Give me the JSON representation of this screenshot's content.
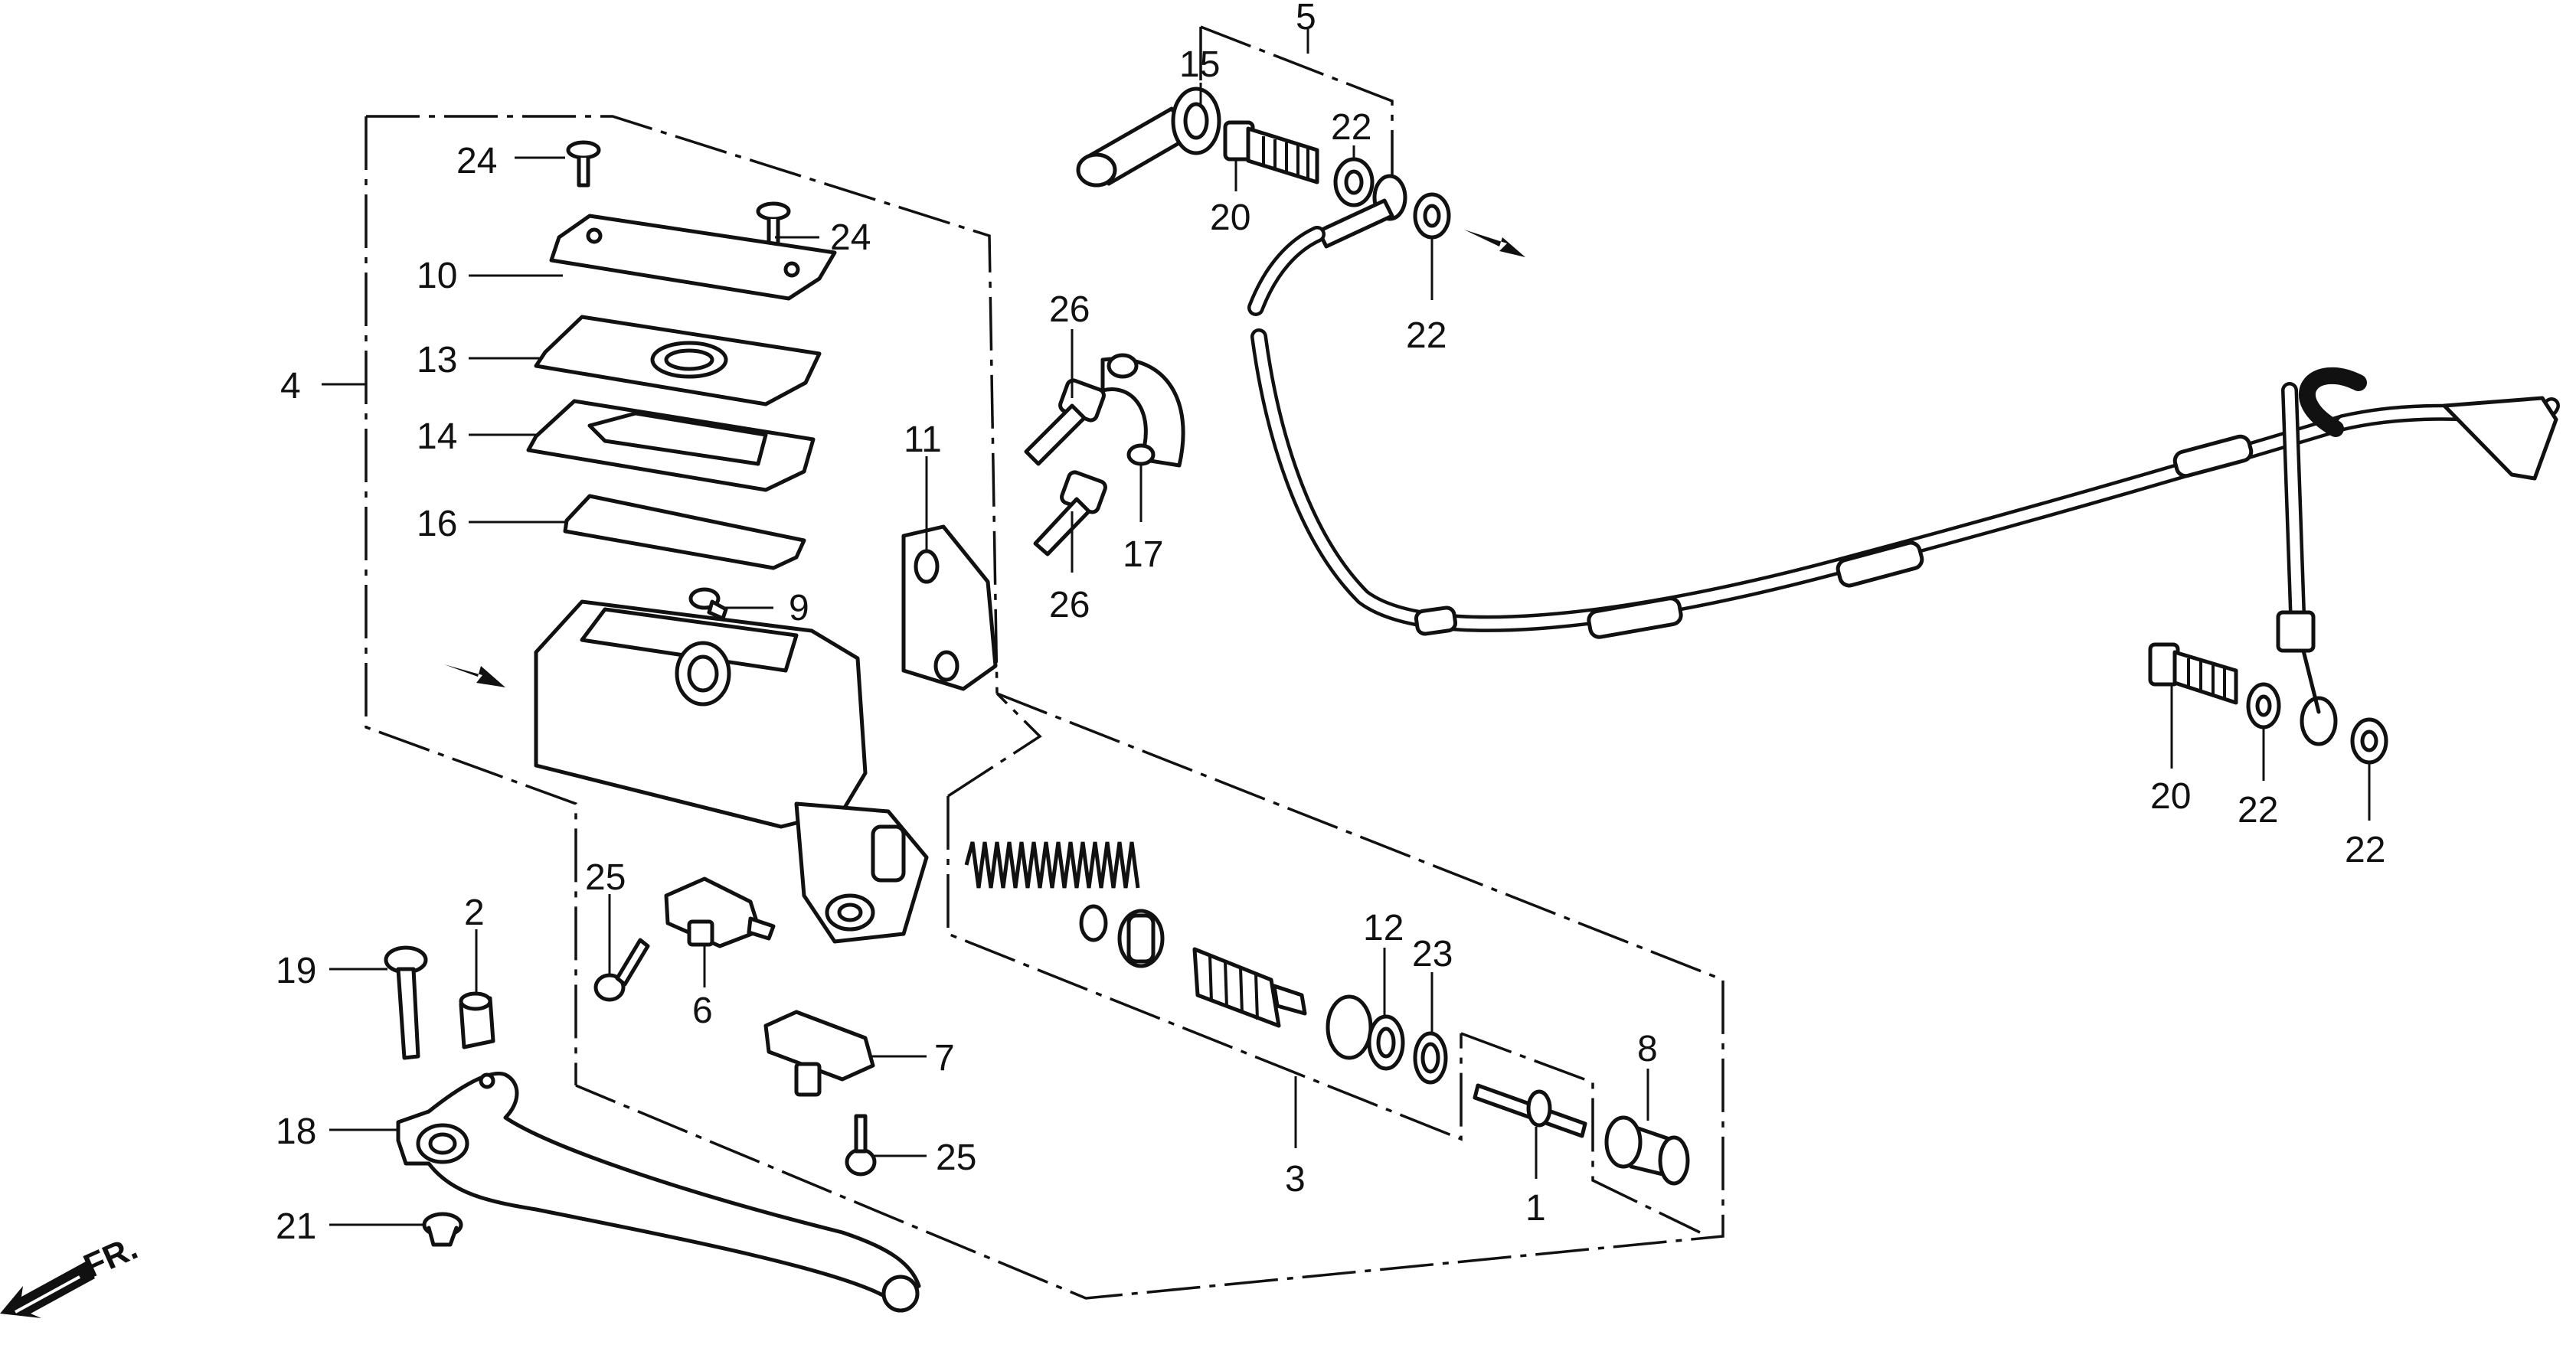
{
  "callouts": [
    {
      "id": "c5",
      "text": "5"
    },
    {
      "id": "c15",
      "text": "15"
    },
    {
      "id": "c22a",
      "text": "22"
    },
    {
      "id": "c20a",
      "text": "20"
    },
    {
      "id": "c22b",
      "text": "22"
    },
    {
      "id": "c24a",
      "text": "24"
    },
    {
      "id": "c24b",
      "text": "24"
    },
    {
      "id": "c10",
      "text": "10"
    },
    {
      "id": "c13",
      "text": "13"
    },
    {
      "id": "c4",
      "text": "4"
    },
    {
      "id": "c14",
      "text": "14"
    },
    {
      "id": "c16",
      "text": "16"
    },
    {
      "id": "c9",
      "text": "9"
    },
    {
      "id": "c26a",
      "text": "26"
    },
    {
      "id": "c11",
      "text": "11"
    },
    {
      "id": "c17",
      "text": "17"
    },
    {
      "id": "c26b",
      "text": "26"
    },
    {
      "id": "c25a",
      "text": "25"
    },
    {
      "id": "c2",
      "text": "2"
    },
    {
      "id": "c19",
      "text": "19"
    },
    {
      "id": "c6",
      "text": "6"
    },
    {
      "id": "c7",
      "text": "7"
    },
    {
      "id": "c25b",
      "text": "25"
    },
    {
      "id": "c18",
      "text": "18"
    },
    {
      "id": "c21",
      "text": "21"
    },
    {
      "id": "c12",
      "text": "12"
    },
    {
      "id": "c23",
      "text": "23"
    },
    {
      "id": "c8",
      "text": "8"
    },
    {
      "id": "c3",
      "text": "3"
    },
    {
      "id": "c1",
      "text": "1"
    },
    {
      "id": "c20b",
      "text": "20"
    },
    {
      "id": "c22c",
      "text": "22"
    },
    {
      "id": "c22d",
      "text": "22"
    }
  ],
  "direction_indicator": {
    "text": "FR."
  },
  "colors": {
    "ink": "#111111",
    "background": "#ffffff",
    "shade": "#d9d9d9"
  }
}
